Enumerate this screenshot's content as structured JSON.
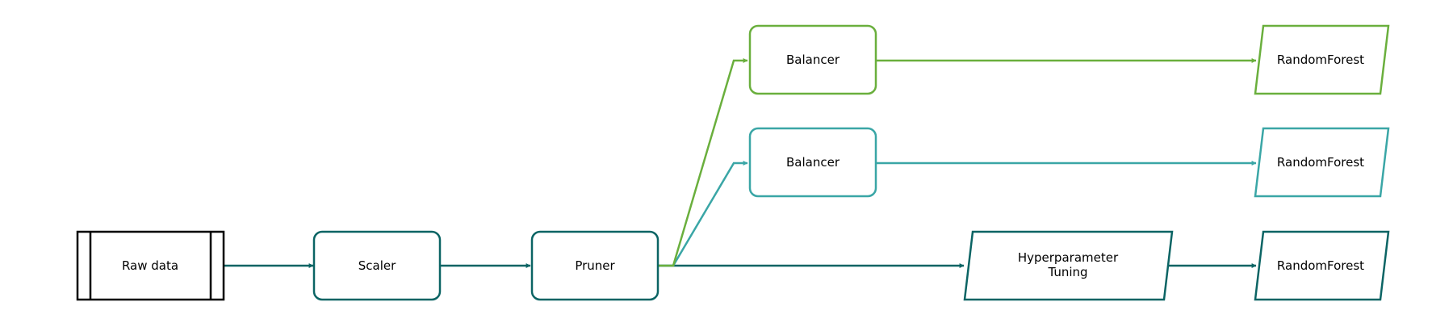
{
  "colors": {
    "dark_teal": "#0b6464",
    "light_teal": "#3aa6a6",
    "green": "#6aaf3d",
    "black": "#000000"
  },
  "nodes": {
    "raw_data": {
      "label": "Raw data",
      "shape": "process-double-bar",
      "color": "black"
    },
    "scaler": {
      "label": "Scaler",
      "shape": "rounded-rect",
      "color": "dark_teal"
    },
    "pruner": {
      "label": "Pruner",
      "shape": "rounded-rect",
      "color": "dark_teal"
    },
    "balancer_top": {
      "label": "Balancer",
      "shape": "rounded-rect",
      "color": "green"
    },
    "balancer_mid": {
      "label": "Balancer",
      "shape": "rounded-rect",
      "color": "light_teal"
    },
    "hyperparameter_tuning": {
      "label_line1": "Hyperparameter",
      "label_line2": "Tuning",
      "shape": "parallelogram",
      "color": "dark_teal"
    },
    "rf_top": {
      "label": "RandomForest",
      "shape": "parallelogram",
      "color": "green"
    },
    "rf_mid": {
      "label": "RandomForest",
      "shape": "parallelogram",
      "color": "light_teal"
    },
    "rf_bottom": {
      "label": "RandomForest",
      "shape": "parallelogram",
      "color": "dark_teal"
    }
  },
  "edges": [
    {
      "from": "Raw data",
      "to": "Scaler",
      "color": "dark_teal"
    },
    {
      "from": "Scaler",
      "to": "Pruner",
      "color": "dark_teal"
    },
    {
      "from": "Pruner",
      "to": "Balancer (green)",
      "color": "green"
    },
    {
      "from": "Pruner",
      "to": "Balancer (light teal)",
      "color": "light_teal"
    },
    {
      "from": "Pruner",
      "to": "Hyperparameter Tuning",
      "color": "dark_teal"
    },
    {
      "from": "Balancer (green)",
      "to": "RandomForest (green)",
      "color": "green"
    },
    {
      "from": "Balancer (light teal)",
      "to": "RandomForest (light teal)",
      "color": "light_teal"
    },
    {
      "from": "Hyperparameter Tuning",
      "to": "RandomForest (dark teal)",
      "color": "dark_teal"
    }
  ]
}
